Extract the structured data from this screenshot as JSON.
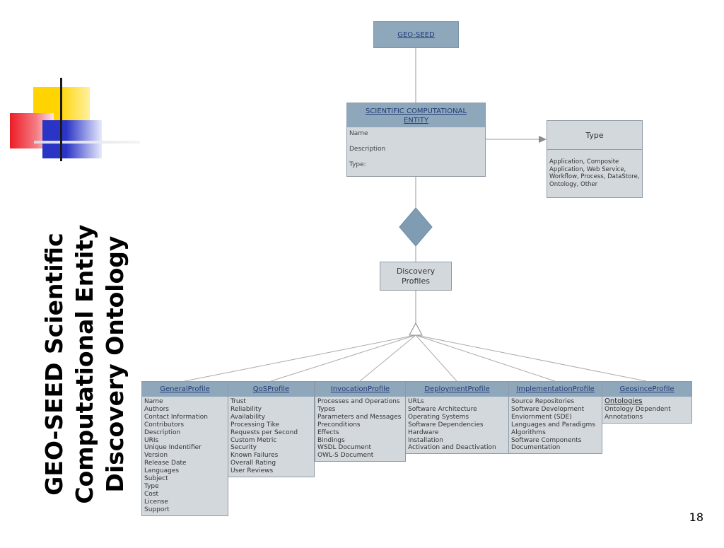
{
  "slide": {
    "title_lines": [
      "GEO-SEED Scientific",
      "Computational Entity",
      "Discovery Ontology"
    ],
    "page_number": "18"
  },
  "diagram": {
    "root": "GEO-SEED",
    "entity": {
      "title": "SCIENTIFIC COMPUTATIONAL ENTITY",
      "fields": [
        "Name",
        "Description",
        "Type:"
      ]
    },
    "type_box": {
      "title": "Type",
      "description": "Application, Composite Application, Web Service, Workflow, Process, DataStore, Ontology, Other"
    },
    "discovery": "Discovery Profiles",
    "profiles": [
      {
        "title": "GeneralProfile",
        "items": [
          "Name",
          "Authors",
          "Contact Information",
          "Contributors",
          "Description",
          "URIs",
          "Unique Indentifier",
          "Version",
          "Release Date",
          "Languages",
          "Subject",
          "Type",
          "Cost",
          "License",
          "Support"
        ]
      },
      {
        "title": "QoSProfile",
        "items": [
          "Trust",
          "Reliability",
          "Availability",
          "Processing Tike",
          "Requests per Second",
          "Custom Metric",
          "Security",
          "Known Failures",
          "Overall Rating",
          "User Reviews"
        ]
      },
      {
        "title": "InvocationProfile",
        "items": [
          "Processes and Operations",
          "Types",
          "Parameters and Messages",
          "Preconditions",
          "Effects",
          "Bindings",
          "WSDL Document",
          "OWL-S Document"
        ]
      },
      {
        "title": "DeploymentProfile",
        "items": [
          "URLs",
          "Software Architecture",
          "Operating Systems",
          "Software Dependencies",
          "Hardware",
          "Installation",
          "Activation and Deactivation"
        ]
      },
      {
        "title": "ImplementationProfile",
        "items": [
          "Source Repositories",
          "Software Development",
          "Enviornment (SDE)",
          "Languages and Paradigms",
          "Algorithms",
          "Software Components",
          "Documentation"
        ]
      },
      {
        "title": "GeosinceProfile",
        "items": [
          "Ontologies",
          "Ontology Dependent",
          "Annotations"
        ]
      }
    ],
    "colors": {
      "header": "#8fa7bb",
      "box": "#d3d8dd",
      "diamond": "#7f9cb3",
      "link_text": "#1f3c78"
    }
  }
}
